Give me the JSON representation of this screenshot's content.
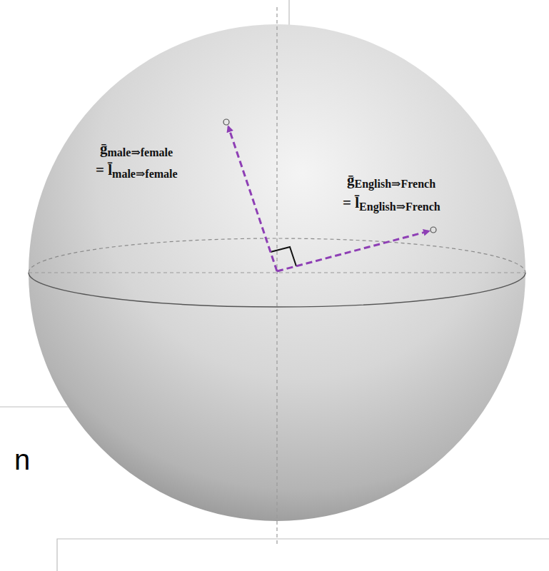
{
  "diagram": {
    "labels": [
      "ḡ",
      "male⇒female",
      "= l̄",
      "male⇒female",
      "ḡ",
      "English⇒French",
      "= l̄",
      "English⇒French",
      "n"
    ]
  }
}
